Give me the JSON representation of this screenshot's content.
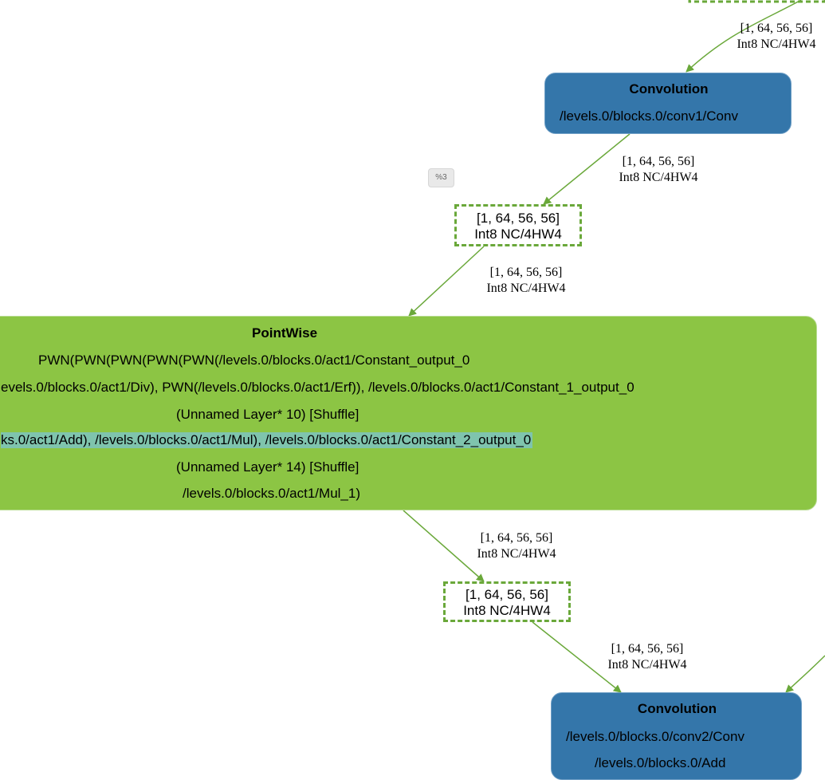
{
  "graph": {
    "edge_color": "#6aa83a",
    "badge": "%3",
    "edge_labels": [
      {
        "shape": "[1, 64, 56, 56]",
        "format": "Int8 NC/4HW4"
      },
      {
        "shape": "[1, 64, 56, 56]",
        "format": "Int8 NC/4HW4"
      },
      {
        "shape": "[1, 64, 56, 56]",
        "format": "Int8 NC/4HW4"
      },
      {
        "shape": "[1, 64, 56, 56]",
        "format": "Int8 NC/4HW4"
      },
      {
        "shape": "[1, 64, 56, 56]",
        "format": "Int8 NC/4HW4"
      }
    ],
    "tensors": [
      {
        "shape": "[1, 64, 56, 56]",
        "format": "Int8 NC/4HW4"
      },
      {
        "shape": "[1, 64, 56, 56]",
        "format": "Int8 NC/4HW4"
      }
    ],
    "conv1": {
      "title": "Convolution",
      "name": "/levels.0/blocks.0/conv1/Conv",
      "color": "#3476aa"
    },
    "pointwise": {
      "title": "PointWise",
      "color": "#8cc544",
      "highlight_color": "#7fc4ad",
      "lines": [
        "PWN(PWN(PWN(PWN(PWN(/levels.0/blocks.0/act1/Constant_output_0",
        "evels.0/blocks.0/act1/Div), PWN(/levels.0/blocks.0/act1/Erf)), /levels.0/blocks.0/act1/Constant_1_output_0",
        "(Unnamed Layer* 10) [Shuffle]",
        "ks.0/act1/Add), /levels.0/blocks.0/act1/Mul), /levels.0/blocks.0/act1/Constant_2_output_0",
        "(Unnamed Layer* 14) [Shuffle]",
        "/levels.0/blocks.0/act1/Mul_1)"
      ]
    },
    "conv2": {
      "title": "Convolution",
      "name": "/levels.0/blocks.0/conv2/Conv",
      "extra": "/levels.0/blocks.0/Add",
      "color": "#3476aa"
    }
  }
}
